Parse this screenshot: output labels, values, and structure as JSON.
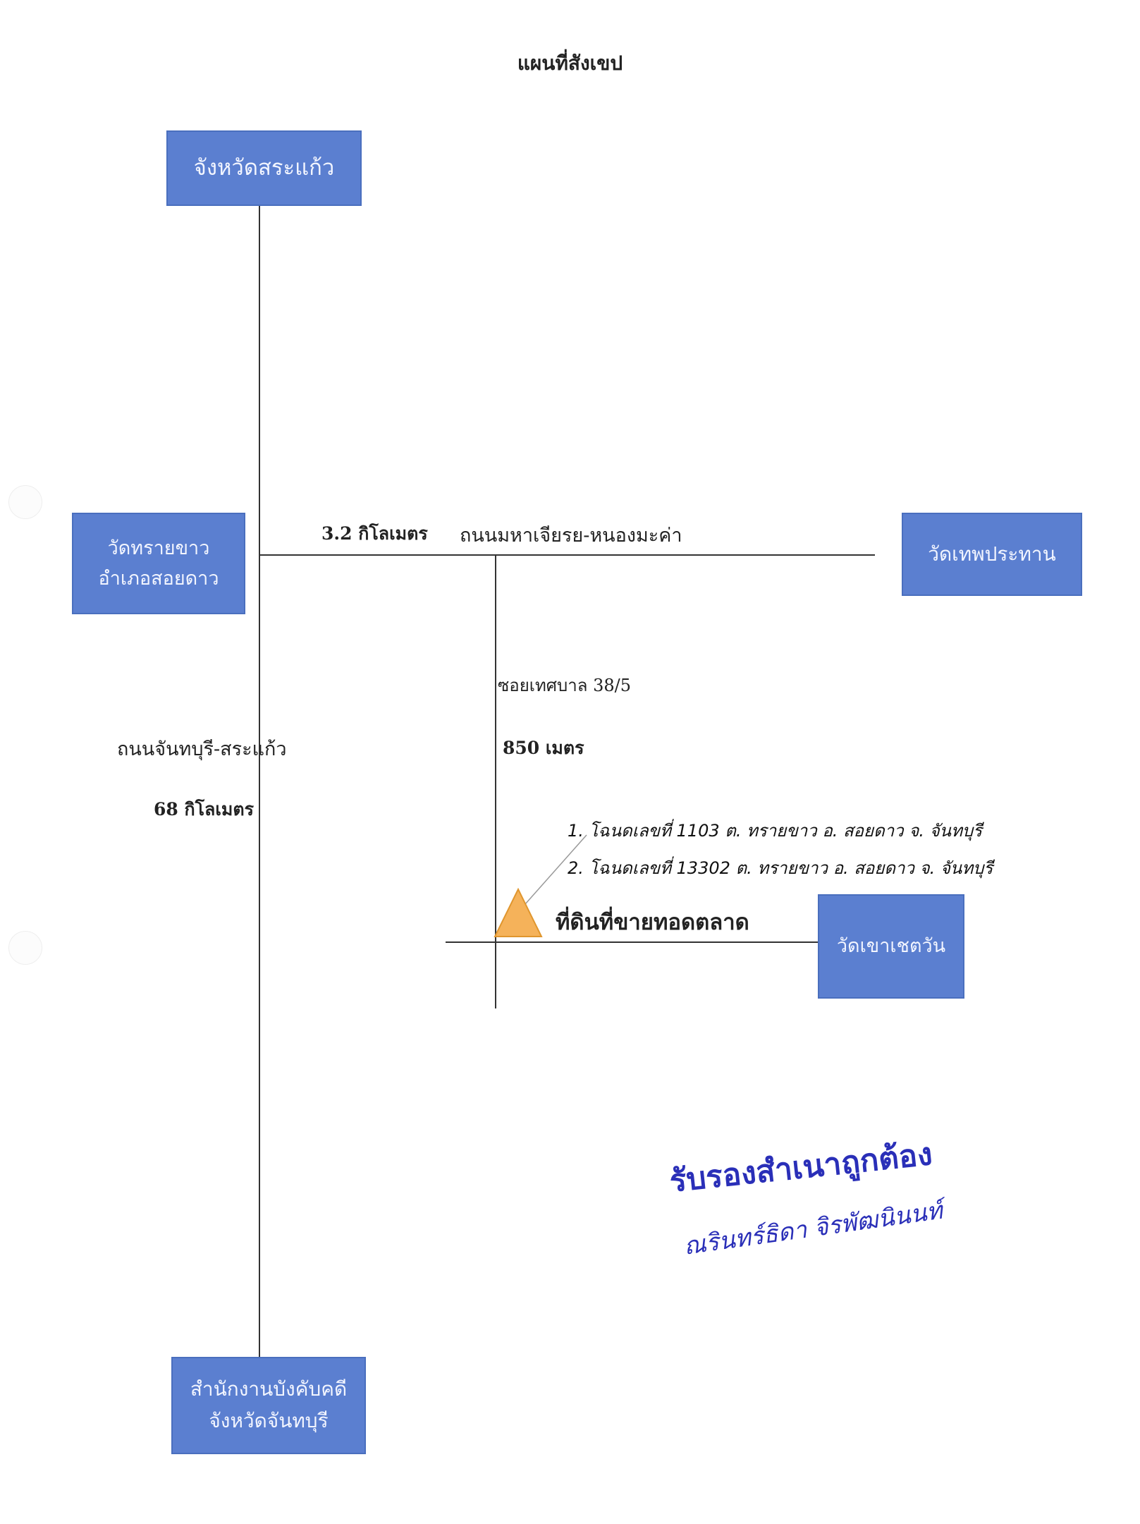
{
  "title": "แผนที่สังเขป",
  "places": {
    "sa_kaeo": [
      "จังหวัดสระแก้ว"
    ],
    "wat_sai_khao": [
      "วัดทรายขาว",
      "อำเภอสอยดาว"
    ],
    "wat_thep_prathan": [
      "วัดเทพประทาน"
    ],
    "wat_khao_chet_wan": [
      "วัดเขาเชตวัน"
    ],
    "enforcement_office": [
      "สำนักงานบังคับคดี",
      "จังหวัดจันทบุรี"
    ]
  },
  "roads": {
    "top_distance": "3.2 กิโลเมตร",
    "top_name": "ถนนมหาเจียรย-หนองมะค่า",
    "soi_name": "ซอยเทศบาล 38/5",
    "soi_distance": "850 เมตร",
    "main_name": "ถนนจันทบุรี-สระแก้ว",
    "main_distance": "68 กิโลเมตร"
  },
  "handwritten_notes": [
    "1. โฉนดเลขที่ 1103  ต. ทรายขาว  อ. สอยดาว  จ. จันทบุรี",
    "2. โฉนดเลขที่ 13302  ต. ทรายขาว  อ. สอยดาว  จ. จันทบุรี"
  ],
  "land_marker": {
    "label": "ที่ดินที่ขายทอดตลาด",
    "color": "#f5b25a",
    "icon": "triangle-marker-icon"
  },
  "certification": {
    "stamp_text": "รับรองสำเนาถูกต้อง",
    "signature": "ณรินทร์ธิดา  จิรพัฒนินนท์",
    "color": "#2a2fb8"
  },
  "colors": {
    "box_fill": "#5b7fd0",
    "box_text": "#f2f5ff"
  }
}
